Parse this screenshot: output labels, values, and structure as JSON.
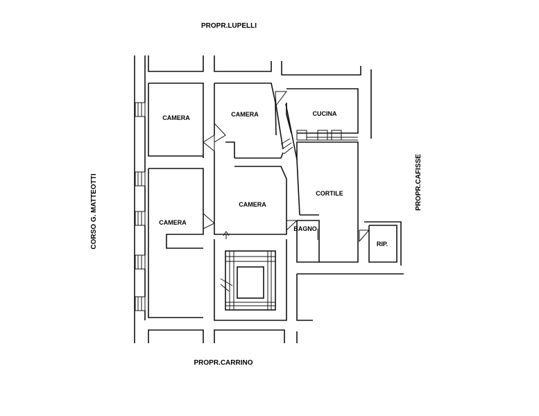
{
  "neighbors": {
    "top": "PROPR.LUPELLI",
    "bottom": "PROPR.CARRINO",
    "left": "CORSO G. MATTEOTTI",
    "right": "PROPR.CAFISSE"
  },
  "rooms": {
    "camera_top_left": "CAMERA",
    "camera_top_center": "CAMERA",
    "cucina": "CUCINA",
    "camera_center": "CAMERA",
    "camera_left": "CAMERA",
    "cortile": "CORTILE",
    "bagno": "BAGNO",
    "rip": "RIP."
  }
}
